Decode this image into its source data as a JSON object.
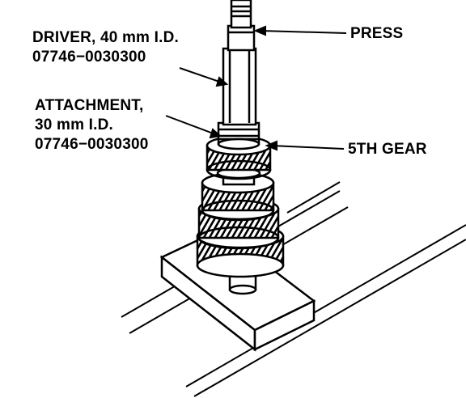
{
  "figure": {
    "labels": {
      "driver": {
        "name": "DRIVER, 40 mm I.D.",
        "part_number": "07746−0030300"
      },
      "attachment": {
        "name": "ATTACHMENT,",
        "size": "30 mm I.D.",
        "part_number": "07746−0030300"
      },
      "press": "PRESS",
      "fifth_gear": "5TH GEAR"
    }
  }
}
